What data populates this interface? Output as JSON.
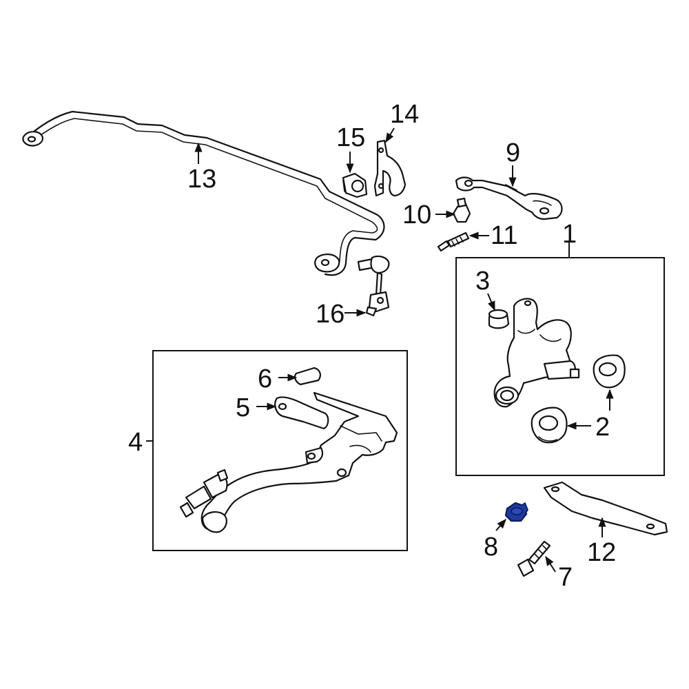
{
  "diagram": {
    "callouts": {
      "c1": "1",
      "c2": "2",
      "c3": "3",
      "c4": "4",
      "c5": "5",
      "c6": "6",
      "c7": "7",
      "c8": "8",
      "c9": "9",
      "c10": "10",
      "c11": "11",
      "c12": "12",
      "c13": "13",
      "c14": "14",
      "c15": "15",
      "c16": "16"
    },
    "colors": {
      "line": "#111111",
      "background": "#ffffff",
      "highlight_fill": "#1f3a9c",
      "highlight_stroke": "#0d1a5c"
    },
    "highlighted_part": "8"
  }
}
